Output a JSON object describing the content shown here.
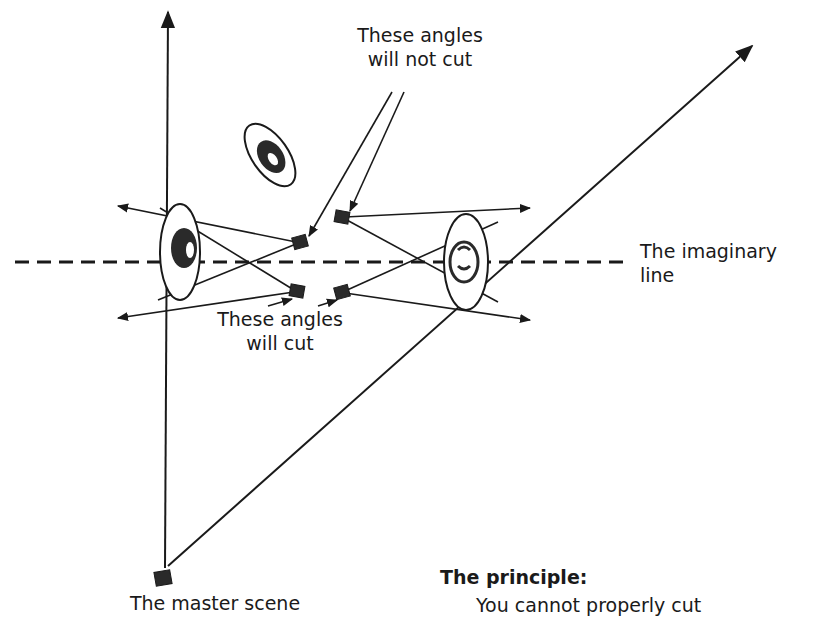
{
  "diagram": {
    "labels": [
      "These angles will not cut",
      "These angles will cut",
      "The imaginary line",
      "The master scene",
      "The principle:",
      "You cannot properly cut"
    ]
  }
}
